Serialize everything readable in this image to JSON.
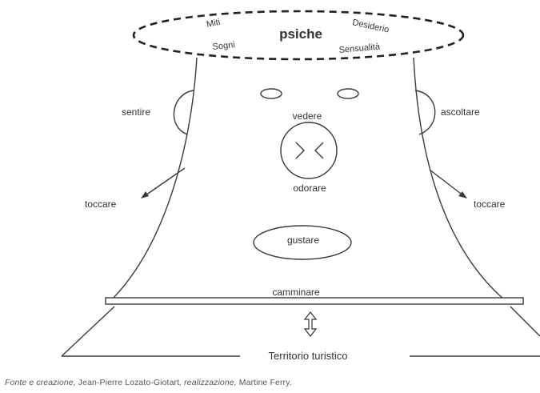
{
  "psiche": {
    "center": "psiche",
    "miti": "Miti",
    "desiderio": "Desiderio",
    "sogni": "Sogni",
    "sensualita": "Sensualità"
  },
  "senses": {
    "sentire": "sentire",
    "ascoltare": "ascoltare",
    "vedere": "vedere",
    "odorare": "odorare",
    "toccare_left": "toccare",
    "toccare_right": "toccare",
    "gustare": "gustare",
    "camminare": "camminare"
  },
  "ground": "Territorio turistico",
  "caption": {
    "prefix": "Fonte e creazione, ",
    "author": "Jean-Pierre Lozato-Giotart",
    "middle": ", realizzazione, ",
    "illustrator": "Martine Ferry."
  }
}
